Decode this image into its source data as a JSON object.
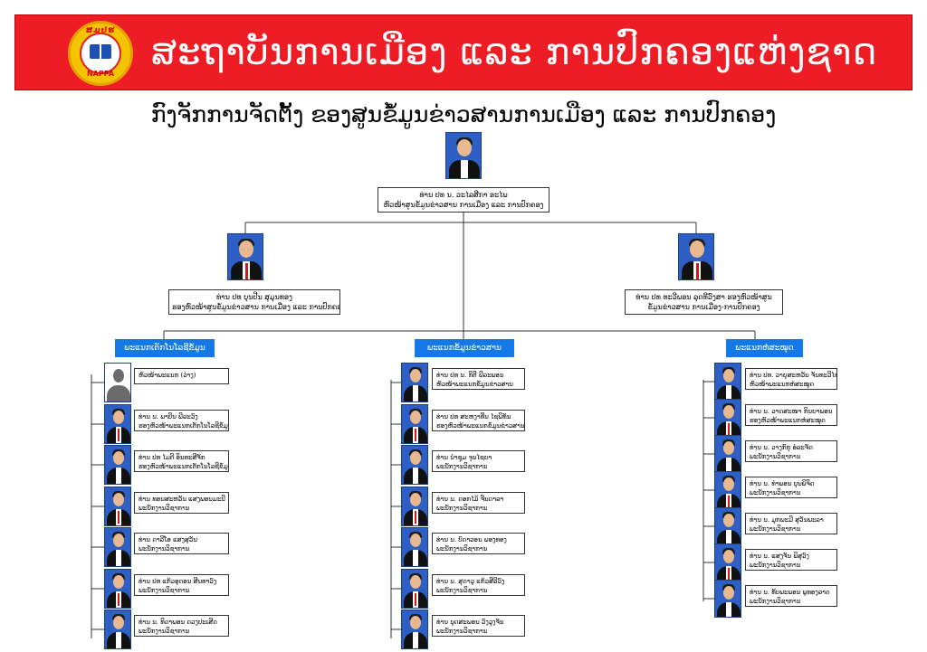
{
  "banner": {
    "logo_top": "ສມປຮ",
    "logo_bottom": "NAPPA",
    "title": "ສະຖາບັນການເມືອງ ແລະ ການປົກຄອງແຫ່ງຊາດ"
  },
  "subtitle": "ກົງຈັກການຈັດຕັ້ງ ຂອງສູນຂໍ້ມູນຂ່າວສານການເມືອງ ແລະ ການປົກຄອງ",
  "director": {
    "name": "ທ່ານ ປທ ນ. ວະໄລສີກາ ອະໄພ",
    "title": "ຫົວໜ້າສູນຂໍ້ມູນຂ່າວສານ ການເມືອງ ແລະ ການປົກຄອງ"
  },
  "deputies": [
    {
      "name": "ທ່ານ ປທ ບຸນປີນ ສຸມຸນທອງ",
      "title": "ຮອງຫົວໜ້າສູນຂໍ້ມູນຂ່າວສານ ການເມືອງ ແລະ ການປົກຄອງ"
    },
    {
      "name": "ທ່ານ ປທ ທະວີພອນ ລຸດທີວົງສາ ຮອງຫົວໜ້າສູນ",
      "title": "ຂໍ້ມູນຂ່າວສານ ການເມືອງ-ການປົກຄອງ"
    }
  ],
  "departments": [
    {
      "name": "ພະແນກເຕັກໂນໂລຊີຂໍ້ມູນຂ່າວສານ",
      "staff": [
        {
          "name": "ຫົວໜ້າພະແນກ (ວ່າງ)",
          "title": "",
          "vacant": true
        },
        {
          "name": "ທ່ານ ນ. ພາບີນ ພີລະວົງ",
          "title": "ຮອງຫົວໜ້າພະແນກເຕັກໂນໂລຊີຂໍ້ມູນຂ່າວສານ"
        },
        {
          "name": "ທ່ານ ປທ ໄມຕີ ອິນທະສີຈັກ",
          "title": "ຮອງຫົວໜ້າພະແນກເຕັກໂນໂລຊີຂໍ້ມູນຂ່າວສານ"
        },
        {
          "name": "ທ່ານ ທອນສະຫວັນ ແສງພອນມະນີ",
          "title": "ພະນັກງານວິຊາການ"
        },
        {
          "name": "ທ່ານ ດາລີໂອ ແສງສຸວັນ",
          "title": "ພະນັກງານວິຊາການ"
        },
        {
          "name": "ທ່ານ ປທ ແກ້ວອຸດອນ ສີນທາວົງ",
          "title": "ພະນັກງານວິຊາການ"
        },
        {
          "name": "ທ່ານ ນ. ທິດາພອນ ດວງປະເສີດ",
          "title": "ພະນັກງານວິຊາການ"
        }
      ]
    },
    {
      "name": "ພະແນກຂໍ້ມູນຂ່າວສານ",
      "staff": [
        {
          "name": "ທ່ານ ປທ ນ. ກິຕີ ພີລະພອນ",
          "title": "ຫົວໜ້າພະແນກຂໍ້ມູນຂ່າວສານ"
        },
        {
          "name": "ທ່ານ ປທ ສະຫງາທີ່ນ ໄຊພິທັນ",
          "title": "ຮອງຫົວໜ້າພະແນກຂໍ້ມູນຂ່າວສານ"
        },
        {
          "name": "ທ່ານ ນໍາຊຸມ ຈຸນໄຊຍາ",
          "title": "ພະນັກງານວິຊາການ"
        },
        {
          "name": "ທ່ານ ນ. ດອກໄມ້ ຈີນດາລາ",
          "title": "ພະນັກງານວິຊາການ"
        },
        {
          "name": "ທ່ານ ນ. ບົດາວອນ ພອງທອງ",
          "title": "ພະນັກງານວິຊາການ"
        },
        {
          "name": "ທ່ານ ນ. ສຸດາວູ ແກ້ວສີລີວົງ",
          "title": "ພະນັກງານວິຊາການ"
        },
        {
          "name": "ທ່ານ ນຸດສະພອນ ວົງວຸງຈັນ",
          "title": "ພະນັກງານວິຊາການ"
        }
      ]
    },
    {
      "name": "ພະແນກຫໍສະໝຸດ",
      "staff": [
        {
          "name": "ທ່ານ ປທ. ວາຍຸສະຫວັນ ຈັນທະວີໄຊ",
          "title": "ຫົວໜ້າພະແນກຫໍສະໝຸດ"
        },
        {
          "name": "ທ່ານ ນ. ວາດສະໜາ ກິນຍາພອນ",
          "title": "ຮອງຫົວໜ້າພະແນກຫໍສະໝຸດ"
        },
        {
          "name": "ທ່ານ ນ. ວາງກົກຸ ອໍລະຈັດ",
          "title": "ພະນັກງານວິຊາການ"
        },
        {
          "name": "ທ່ານ ນ. ທຳພອນ ບຸນພິຈິດ",
          "title": "ພະນັກງານວິຊາການ"
        },
        {
          "name": "ທ່ານ ນ. ມຸກພະມີ ສຸວັນພະລາ",
          "title": "ພະນັກງານວິຊາການ"
        },
        {
          "name": "ທ່ານ ນ. ແສງຈັນ ພິສຸວົງ",
          "title": "ພະນັກງານວິຊາການ"
        },
        {
          "name": "ທ່ານ ນ. ທັບພະພອນ ພູທອງລາດ",
          "title": "ພະນັກງານວິຊາການ"
        }
      ]
    }
  ]
}
